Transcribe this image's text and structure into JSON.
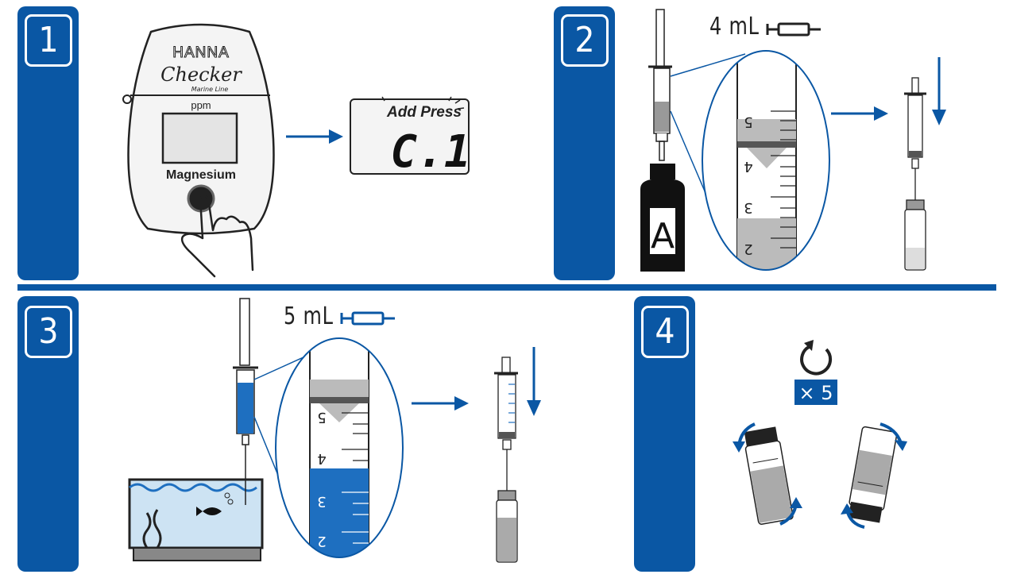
{
  "steps": [
    {
      "number": "1"
    },
    {
      "number": "2",
      "volume": "4 mL"
    },
    {
      "number": "3",
      "volume": "5 mL"
    },
    {
      "number": "4",
      "repeat": "× 5"
    }
  ],
  "meter": {
    "brand": "HANNA",
    "product": "Checker",
    "line": "Marine Line",
    "unit": "ppm",
    "parameter": "Magnesium"
  },
  "display": {
    "line1": "Add Press",
    "code": "C.1"
  },
  "reagent": {
    "label": "A"
  },
  "syringe_scale": {
    "step2": [
      "5",
      "4",
      "3",
      "2"
    ],
    "step3": [
      "5",
      "4",
      "3",
      "2"
    ]
  },
  "colors": {
    "panel": "#0a57a4",
    "liquid": "#1e6fc0",
    "water": "#cde3f3"
  }
}
